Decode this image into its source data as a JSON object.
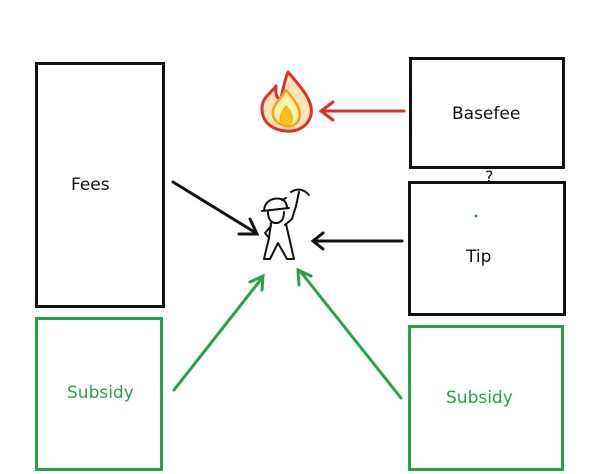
{
  "boxes": {
    "fees": "Fees",
    "subsidy_left": "Subsidy",
    "basefee": "Basefee",
    "tip": "Tip",
    "subsidy_right": "Subsidy"
  },
  "question_mark": "?",
  "colors": {
    "black": "#111111",
    "green": "#2aa04a",
    "red": "#d8302a",
    "flame_outer": "#e0302a",
    "flame_inner": "#f7c21c"
  },
  "icons": {
    "burn": "fire-icon",
    "miner": "miner-icon"
  }
}
